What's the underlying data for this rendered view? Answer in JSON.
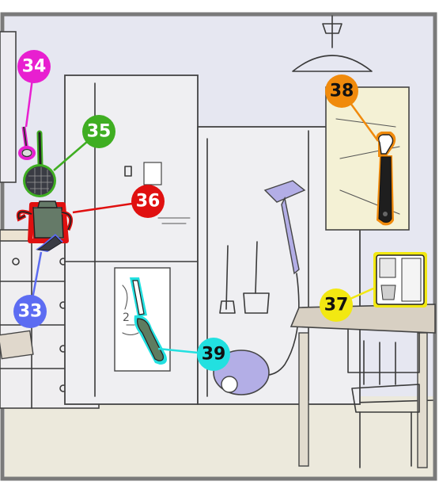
{
  "callouts": [
    {
      "label": "33",
      "item": "frying-pan",
      "color": "#5c6cf2"
    },
    {
      "label": "34",
      "item": "small-ladle",
      "color": "#e81fd0"
    },
    {
      "label": "35",
      "item": "strainer",
      "color": "#3fae22"
    },
    {
      "label": "36",
      "item": "coffee-pot",
      "color": "#e01010"
    },
    {
      "label": "37",
      "item": "coffee-maker",
      "color": "#f2e812"
    },
    {
      "label": "38",
      "item": "wrench",
      "color": "#f08a0c"
    },
    {
      "label": "39",
      "item": "screwdriver",
      "color": "#22e0e0"
    }
  ],
  "colors": {
    "wall": "#e6e7f1",
    "floor": "#ece9dc",
    "fridge": "#efeff2",
    "counter": "#f0ece4",
    "table_top": "#d8d0c3",
    "vacuum": "#b3aee6",
    "frame": "#7a7a7a"
  }
}
